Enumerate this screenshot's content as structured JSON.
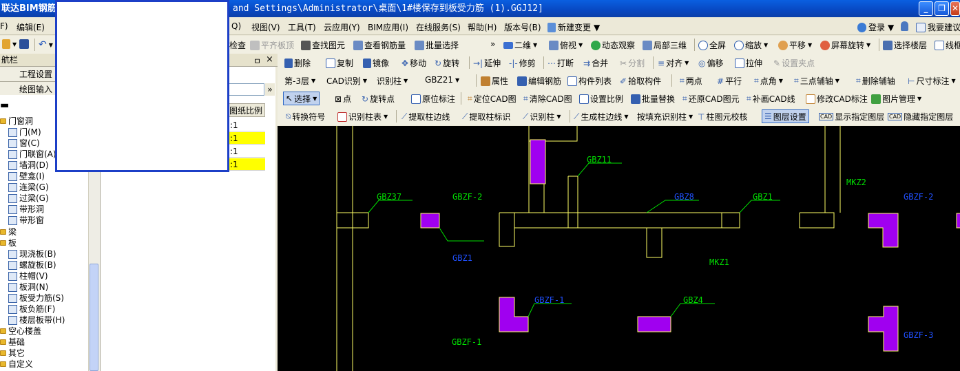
{
  "window": {
    "title_left": "联达BIM钢筋",
    "title_path": "and Settings\\Administrator\\桌面\\1#楼保存到板受力筋 (1).GGJ12]",
    "minimize": "_",
    "maximize": "❐",
    "close": "✕"
  },
  "menu": {
    "items": [
      "F)",
      "编辑(E)",
      "Q)",
      "视图(V)",
      "工具(T)",
      "云应用(Y)",
      "BIM应用(I)",
      "在线服务(S)",
      "帮助(H)",
      "版本号(B)",
      "新建变更"
    ],
    "login": "登录",
    "want_suggest": "我要建议"
  },
  "toolbar1": {
    "check": "检查",
    "align_board": "平齐板顶",
    "find_element": "查找图元",
    "view_rebar": "查看钢筋量",
    "batch_select": "批量选择",
    "view2d": "二维",
    "top_view": "俯视",
    "dynamic": "动态观察",
    "local3d": "局部三维",
    "fullscreen": "全屏",
    "zoom": "缩放",
    "pan": "平移",
    "screen_rotate": "屏幕旋转",
    "select_floor": "选择楼层",
    "line_frame": "线框"
  },
  "toolbar2": {
    "delete": "删除",
    "copy": "复制",
    "mirror": "镜像",
    "move": "移动",
    "rotate": "旋转",
    "extend": "延伸",
    "trim": "修剪",
    "break": "打断",
    "merge": "合并",
    "split": "分割",
    "align": "对齐",
    "offset": "偏移",
    "stretch": "拉伸",
    "set_grip": "设置夹点"
  },
  "toolbar3": {
    "floor": "第-3层",
    "cad_recognize": "CAD识别",
    "recognize_col": "识别柱",
    "gbz": "GBZ21",
    "property": "属性",
    "edit_rebar": "编辑钢筋",
    "element_list": "构件列表",
    "pick_element": "拾取构件",
    "two_point": "两点",
    "parallel": "平行",
    "point_angle": "点角",
    "three_point_axis": "三点辅轴",
    "delete_axis": "删除辅轴",
    "dim": "尺寸标注"
  },
  "toolbar4": {
    "select": "选择",
    "point": "点",
    "rotate_point": "旋转点",
    "original_label": "原位标注",
    "locate_cad": "定位CAD图",
    "clear_cad": "清除CAD图",
    "set_scale": "设置比例",
    "batch_replace": "批量替换",
    "restore_cad": "还原CAD图元",
    "add_cad_line": "补画CAD线",
    "modify_cad_label": "修改CAD标注",
    "image_manage": "图片管理"
  },
  "toolbar5": {
    "convert_symbol": "转换符号",
    "recognize_col_table": "识别柱表",
    "extract_col_edge": "提取柱边线",
    "extract_col_label": "提取柱标识",
    "recognize_col": "识别柱",
    "gen_col_edge": "生成柱边线",
    "fill_recognize": "按填充识别柱",
    "col_check": "柱图元校核",
    "layer_setting": "图层设置",
    "show_layer": "显示指定图层",
    "hide_layer": "隐藏指定图层"
  },
  "nav": {
    "header": "航栏",
    "pin": "ㅁ",
    "close": "×",
    "project_setting": "工程设置",
    "drawing_input": "绘图输入",
    "more": "»"
  },
  "tree": {
    "items": [
      {
        "label": "门窗洞",
        "type": "folder"
      },
      {
        "label": "门(M)",
        "type": "item"
      },
      {
        "label": "窗(C)",
        "type": "item"
      },
      {
        "label": "门联窗(A)",
        "type": "item"
      },
      {
        "label": "墙洞(D)",
        "type": "item"
      },
      {
        "label": "壁龛(I)",
        "type": "item"
      },
      {
        "label": "连梁(G)",
        "type": "item"
      },
      {
        "label": "过梁(G)",
        "type": "item"
      },
      {
        "label": "带形洞",
        "type": "item"
      },
      {
        "label": "带形窗",
        "type": "item"
      },
      {
        "label": "梁",
        "type": "folder"
      },
      {
        "label": "板",
        "type": "folder"
      },
      {
        "label": "现浇板(B)",
        "type": "item"
      },
      {
        "label": "螺旋板(B)",
        "type": "item"
      },
      {
        "label": "柱帽(V)",
        "type": "item"
      },
      {
        "label": "板洞(N)",
        "type": "item"
      },
      {
        "label": "板受力筋(S)",
        "type": "item"
      },
      {
        "label": "板负筋(F)",
        "type": "item"
      },
      {
        "label": "楼层板带(H)",
        "type": "item"
      },
      {
        "label": "空心楼盖",
        "type": "folder"
      },
      {
        "label": "基础",
        "type": "folder"
      },
      {
        "label": "其它",
        "type": "folder"
      },
      {
        "label": "自定义",
        "type": "folder"
      }
    ]
  },
  "scale_table": {
    "header": "图纸比例",
    "rows": [
      ":1",
      ":1",
      ":1",
      ":1"
    ]
  },
  "cad_labels": {
    "gbz37": "GBZ37",
    "gbzf2a": "GBZF-2",
    "gbz11": "GBZ11",
    "gbz8": "GBZ8",
    "gbz1a": "GBZ1",
    "mkz2": "MKZ2",
    "gbzf2b": "GBZF-2",
    "gbz1b": "GBZ1",
    "mkz1": "MKZ1",
    "gbzf1a": "GBZF-1",
    "gbz4": "GBZ4",
    "gbzf1b": "GBZF-1",
    "gbzf3": "GBZF-3"
  },
  "colors": {
    "canvas_bg": "#000000",
    "cad_line": "#ffff66",
    "column_fill": "#a000f0",
    "label_green": "#00e000",
    "label_blue": "#2050ff",
    "popup_border": "#1c3fc7",
    "yellow_cell": "#ffff00"
  }
}
